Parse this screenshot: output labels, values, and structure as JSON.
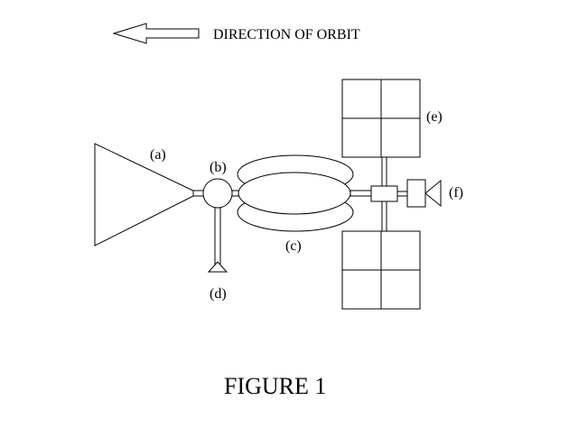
{
  "header": {
    "direction_label": "DIRECTION OF ORBIT",
    "direction_icon": "left-arrow-icon"
  },
  "labels": {
    "a": "(a)",
    "b": "(b)",
    "c": "(c)",
    "d": "(d)",
    "e": "(e)",
    "f": "(f)"
  },
  "caption": "FIGURE 1",
  "colors": {
    "ink": "#000000",
    "paper": "#ffffff"
  }
}
